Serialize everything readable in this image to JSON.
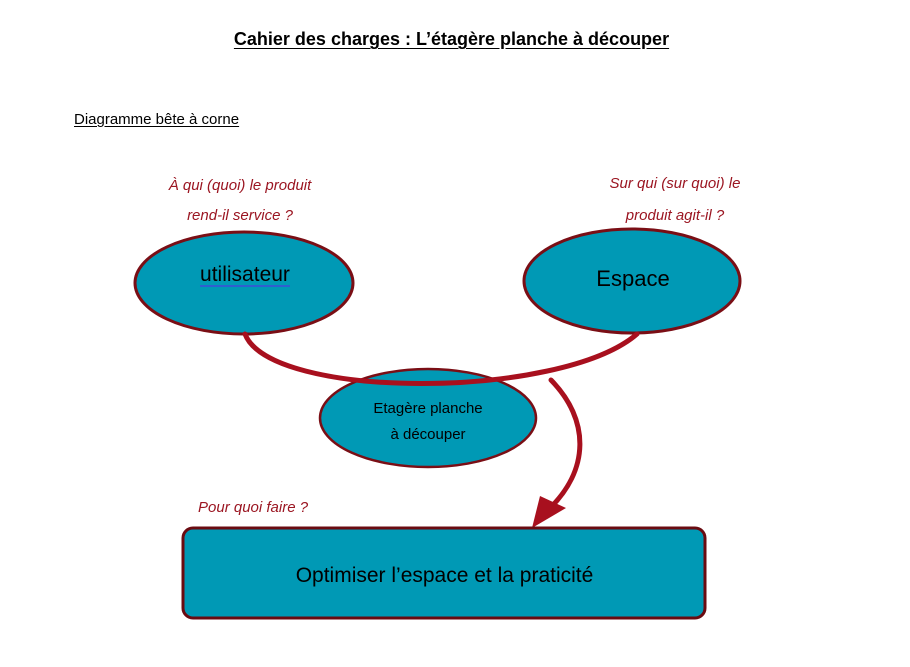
{
  "document": {
    "title": "Cahier des charges : L’étagère planche à découper",
    "section_title": "Diagramme bête à corne"
  },
  "diagram": {
    "type": "bete-a-corne",
    "questions": {
      "to_whom": {
        "line1": "À qui (quoi) le produit",
        "line2": "rend-il service ?"
      },
      "on_what": {
        "line1": "Sur qui (sur quoi) le",
        "line2": "produit agit-il ?"
      },
      "what_for": "Pour quoi faire ?"
    },
    "nodes": {
      "user": "utilisateur",
      "space": "Espace",
      "product": {
        "line1": "Etagère planche",
        "line2": "à découper"
      },
      "function": "Optimiser l’espace et la praticité"
    },
    "colors": {
      "fill": "#0099b5",
      "outline": "#7a0e15",
      "horn": "#a8101e",
      "question_text": "#9b1622"
    }
  }
}
